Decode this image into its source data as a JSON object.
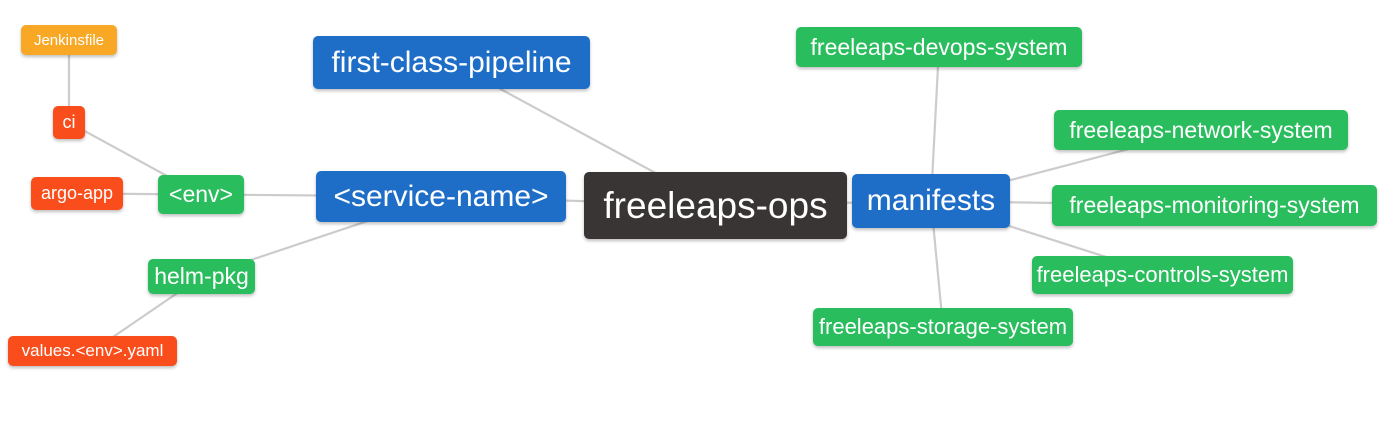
{
  "diagram": {
    "type": "mindmap",
    "background": "#ffffff",
    "edge_color": "#cccccc",
    "palette": {
      "root": "#3a3535",
      "depth1": "#1e6ec8",
      "depth2": "#2abd5e",
      "depth3": "#f94d1b",
      "depth4": "#f9a826"
    },
    "nodes": [
      {
        "id": "freeleaps-ops",
        "label": "freeleaps-ops",
        "depth": 0,
        "color": "#3a3535"
      },
      {
        "id": "first-class-pipeline",
        "label": "first-class-pipeline",
        "depth": 1,
        "color": "#1e6ec8"
      },
      {
        "id": "service-name",
        "label": "<service-name>",
        "depth": 1,
        "color": "#1e6ec8"
      },
      {
        "id": "env",
        "label": "<env>",
        "depth": 2,
        "color": "#2abd5e"
      },
      {
        "id": "ci",
        "label": "ci",
        "depth": 3,
        "color": "#f94d1b"
      },
      {
        "id": "jenkinsfile",
        "label": "Jenkinsfile",
        "depth": 4,
        "color": "#f9a826"
      },
      {
        "id": "argo-app",
        "label": "argo-app",
        "depth": 3,
        "color": "#f94d1b"
      },
      {
        "id": "helm-pkg",
        "label": "helm-pkg",
        "depth": 2,
        "color": "#2abd5e"
      },
      {
        "id": "values-env-yaml",
        "label": "values.<env>.yaml",
        "depth": 3,
        "color": "#f94d1b"
      },
      {
        "id": "manifests",
        "label": "manifests",
        "depth": 1,
        "color": "#1e6ec8"
      },
      {
        "id": "freeleaps-devops-system",
        "label": "freeleaps-devops-system",
        "depth": 2,
        "color": "#2abd5e"
      },
      {
        "id": "freeleaps-network-system",
        "label": "freeleaps-network-system",
        "depth": 2,
        "color": "#2abd5e"
      },
      {
        "id": "freeleaps-monitoring-system",
        "label": "freeleaps-monitoring-system",
        "depth": 2,
        "color": "#2abd5e"
      },
      {
        "id": "freeleaps-controls-system",
        "label": "freeleaps-controls-system",
        "depth": 2,
        "color": "#2abd5e"
      },
      {
        "id": "freeleaps-storage-system",
        "label": "freeleaps-storage-system",
        "depth": 2,
        "color": "#2abd5e"
      }
    ],
    "edges": [
      {
        "from": "freeleaps-ops",
        "to": "first-class-pipeline"
      },
      {
        "from": "freeleaps-ops",
        "to": "service-name"
      },
      {
        "from": "freeleaps-ops",
        "to": "manifests"
      },
      {
        "from": "service-name",
        "to": "env"
      },
      {
        "from": "service-name",
        "to": "helm-pkg"
      },
      {
        "from": "env",
        "to": "ci"
      },
      {
        "from": "env",
        "to": "argo-app"
      },
      {
        "from": "ci",
        "to": "jenkinsfile"
      },
      {
        "from": "helm-pkg",
        "to": "values-env-yaml"
      },
      {
        "from": "manifests",
        "to": "freeleaps-devops-system"
      },
      {
        "from": "manifests",
        "to": "freeleaps-network-system"
      },
      {
        "from": "manifests",
        "to": "freeleaps-monitoring-system"
      },
      {
        "from": "manifests",
        "to": "freeleaps-controls-system"
      },
      {
        "from": "manifests",
        "to": "freeleaps-storage-system"
      }
    ]
  }
}
